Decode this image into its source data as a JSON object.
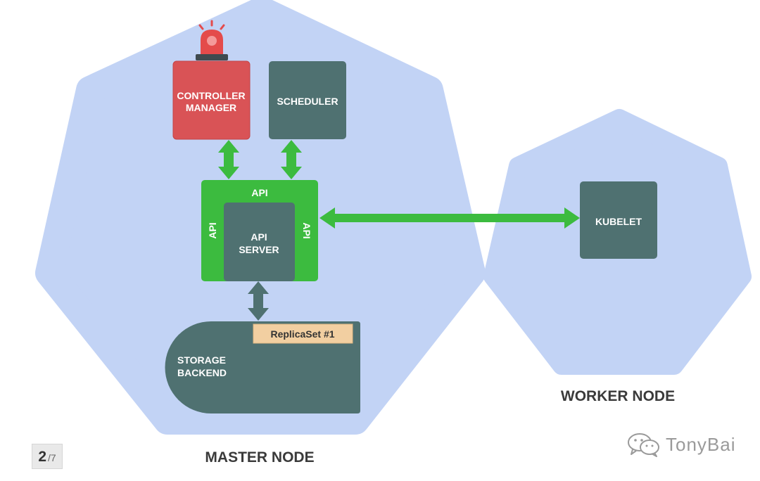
{
  "master_node": {
    "title": "MASTER NODE",
    "controller_manager": {
      "line1": "CONTROLLER",
      "line2": "MANAGER"
    },
    "scheduler": "SCHEDULER",
    "api_label_top": "API",
    "api_label_left": "API",
    "api_label_right": "API",
    "api_server": {
      "line1": "API",
      "line2": "SERVER"
    },
    "storage_backend": {
      "line1": "STORAGE",
      "line2": "BACKEND"
    },
    "replicaset_tag": "ReplicaSet #1"
  },
  "worker_node": {
    "title": "WORKER NODE",
    "kubelet": "KUBELET"
  },
  "pager": {
    "current": "2",
    "total": "/7"
  },
  "watermark": {
    "text": "TonyBai",
    "icon": "wechat-icon"
  },
  "colors": {
    "node_fill": "#c2d3f5",
    "component_fill": "#4f7171",
    "controller_fill": "#d95356",
    "api_green": "#3cbb3f",
    "tag_fill": "#f2cfa1",
    "alarm_red": "#e44b4b"
  }
}
